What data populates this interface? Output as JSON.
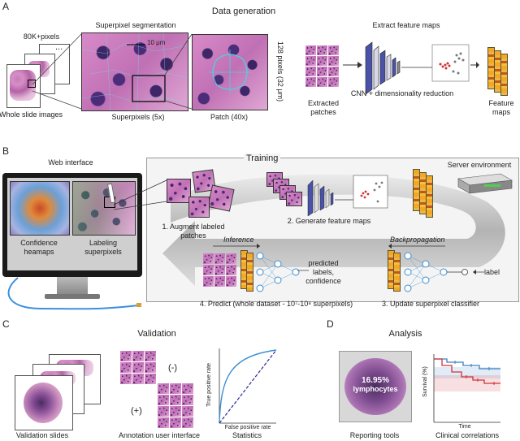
{
  "panel_a": {
    "letter": "A",
    "title": "Data generation",
    "superpixel_seg": "Superpixel segmentation",
    "pixels_label": "80K+pixels",
    "ellipsis": "...",
    "wsi_label": "Whole slide images",
    "scale_bar": "10 μm",
    "superpixels_label": "Superpixels (5x)",
    "patch_label": "Patch (40x)",
    "side_label": "128 pixels (32 μm)",
    "extract_title": "Extract feature maps",
    "extracted_label_1": "Extracted",
    "extracted_label_2": "patches",
    "cnn_label": "CNN + dimensionality reduction",
    "feature_label_1": "Feature",
    "feature_label_2": "maps"
  },
  "panel_b": {
    "letter": "B",
    "web_interface": "Web interface",
    "confidence_1": "Confidence",
    "confidence_2": "heamaps",
    "labeling_1": "Labeling",
    "labeling_2": "superpixels",
    "training": "Training",
    "server": "Server environment",
    "step1_1": "1. Augment labeled",
    "step1_2": "patches",
    "step2": "2. Generate feature maps",
    "inference": "Inference",
    "backprop": "Backpropagation",
    "predicted_1": "predicted",
    "predicted_2": "labels,",
    "predicted_3": "confidence",
    "label": "label",
    "step4": "4. Predict (whole dataset - 10⁷-10⁸ superpixels)",
    "step3": "3. Update superpixel classifier"
  },
  "panel_c": {
    "letter": "C",
    "title": "Validation",
    "minus": "(-)",
    "plus": "(+)",
    "tpr": "True positive rate",
    "fpr": "False positive rate",
    "val_slides": "Validation slides",
    "annot_ui": "Annotation user interface",
    "stats": "Statistics"
  },
  "panel_d": {
    "letter": "D",
    "title": "Analysis",
    "percent": "16.95%",
    "lymph": "lymphocytes",
    "survival": "Survival (%)",
    "time": "Time",
    "reporting": "Reporting tools",
    "clinical": "Clinical correlations"
  },
  "colors": {
    "tissue_pink": "#c77bb7",
    "nucleus_purple": "#4a2c78",
    "segment_cyan": "#4fd0e0",
    "roc_curve": "#3b8fd1",
    "roc_diag": "#2a2a9a",
    "km_blue": "#3a7fc0",
    "km_red": "#d0323a",
    "feature_orange": "#f5a623",
    "arrow_grey": "#b0b0b0"
  }
}
